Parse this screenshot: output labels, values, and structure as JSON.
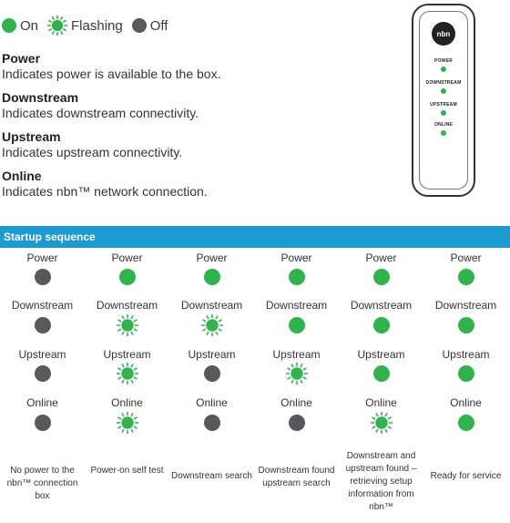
{
  "legend": [
    {
      "state": "on",
      "label": "On"
    },
    {
      "state": "flashing",
      "label": "Flashing"
    },
    {
      "state": "off",
      "label": "Off"
    }
  ],
  "definitions": [
    {
      "title": "Power",
      "desc": "Indicates power is available to the box."
    },
    {
      "title": "Downstream",
      "desc": "Indicates downstream connectivity."
    },
    {
      "title": "Upstream",
      "desc": "Indicates upstream connectivity."
    },
    {
      "title": "Online",
      "desc": "Indicates nbn™ network connection."
    }
  ],
  "device": {
    "logo": "nbn",
    "labels": [
      "POWER",
      "DOWNSTREAM",
      "UPSTREAM",
      "ONLINE"
    ]
  },
  "colors": {
    "on": "#2fb44b",
    "off": "#58595b",
    "bar": "#1c9bd1"
  },
  "sequence": {
    "title": "Startup sequence",
    "row_labels": [
      "Power",
      "Downstream",
      "Upstream",
      "Online"
    ],
    "columns": [
      {
        "states": [
          "off",
          "off",
          "off",
          "off"
        ],
        "caption": "No power to the nbn™ connection box"
      },
      {
        "states": [
          "on",
          "flashing",
          "flashing",
          "flashing"
        ],
        "caption": "Power-on self test"
      },
      {
        "states": [
          "on",
          "flashing",
          "off",
          "off"
        ],
        "caption": "Downstream search"
      },
      {
        "states": [
          "on",
          "on",
          "flashing",
          "off"
        ],
        "caption": "Downstream found upstream search"
      },
      {
        "states": [
          "on",
          "on",
          "on",
          "flashing"
        ],
        "caption": "Downstream and upstream found – retrieving setup information from nbn™"
      },
      {
        "states": [
          "on",
          "on",
          "on",
          "on"
        ],
        "caption": "Ready for service"
      }
    ]
  }
}
